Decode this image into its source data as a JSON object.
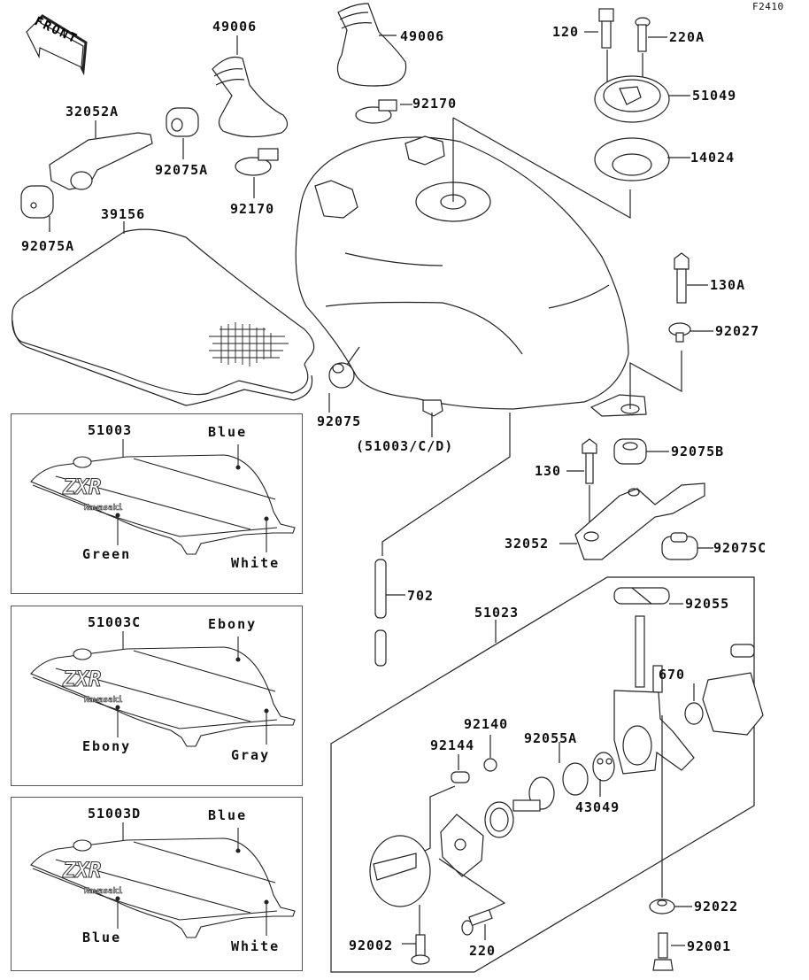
{
  "figure_id": "F2410",
  "direction_marker": "FRONT",
  "parts": {
    "p49006_left": "49006",
    "p49006_right": "49006",
    "p32052A": "32052A",
    "p92075A_top": "92075A",
    "p92075A_bottom": "92075A",
    "p92170_upper": "92170",
    "p92170_lower": "92170",
    "p39156": "39156",
    "p120": "120",
    "p220A": "220A",
    "p51049": "51049",
    "p14024": "14024",
    "p130A": "130A",
    "p92027": "92027",
    "p92075": "92075",
    "p51003_ref": "(51003/C/D)",
    "p92075B": "92075B",
    "p130": "130",
    "p32052": "32052",
    "p92075C": "92075C",
    "p702": "702",
    "p51023": "51023",
    "p92055": "92055",
    "p670": "670",
    "p92140": "92140",
    "p92144": "92144",
    "p92055A": "92055A",
    "p43049": "43049",
    "p92022": "92022",
    "p92002": "92002",
    "p220": "220",
    "p92001": "92001"
  },
  "tank_variants": [
    {
      "part_no": "51003",
      "top_color": "Blue",
      "lower_left_color": "Green",
      "lower_right_color": "White",
      "logo": "ZXR",
      "brand": "Kawasaki"
    },
    {
      "part_no": "51003C",
      "top_color": "Ebony",
      "lower_left_color": "Ebony",
      "lower_right_color": "Gray",
      "logo": "ZXR",
      "brand": "Kawasaki"
    },
    {
      "part_no": "51003D",
      "top_color": "Blue",
      "lower_left_color": "Blue",
      "lower_right_color": "White",
      "logo": "ZXR",
      "brand": "Kawasaki"
    }
  ]
}
